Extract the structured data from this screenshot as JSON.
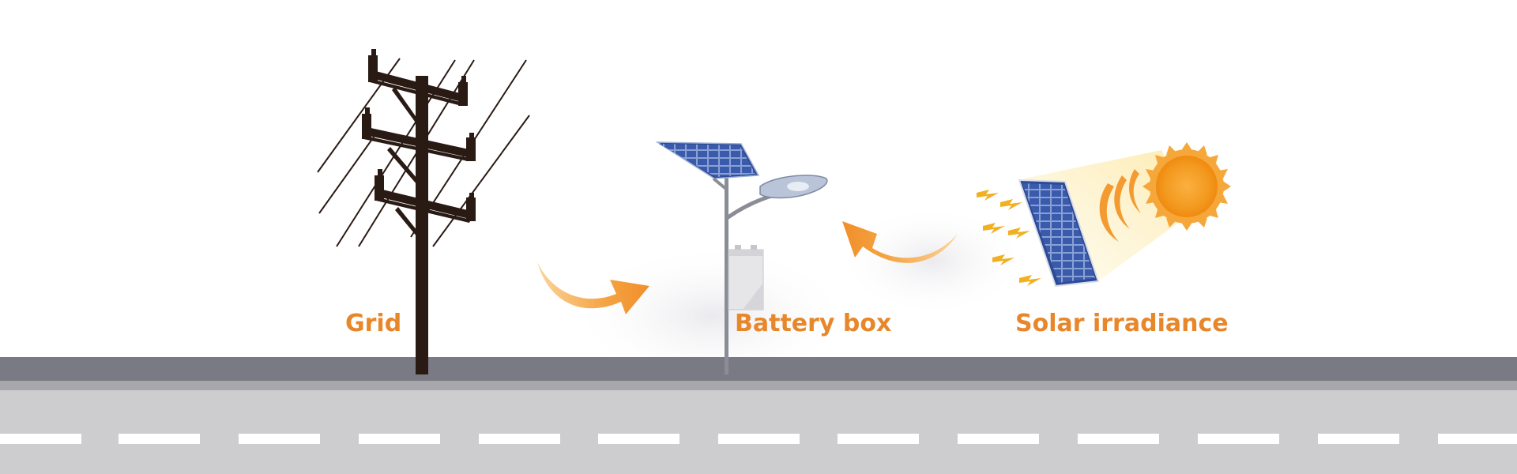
{
  "labels": {
    "grid": "Grid",
    "battery_box": "Battery box",
    "solar_irradiance": "Solar irradiance"
  },
  "colors": {
    "label": "#e8862a",
    "arrow": "#f0a040",
    "pole": "#2a1a14",
    "road_top": "#7a7a84",
    "road_edge": "#a8a8ac",
    "road": "#cdcdcf",
    "lane_marking": "#ffffff",
    "panel": "#3a5aa8",
    "sun": "#f5a030",
    "bolt": "#f0b020"
  },
  "icons": {
    "grid": "power-pole-icon",
    "streetlight": "solar-streetlight-icon",
    "battery": "battery-icon",
    "solar_panel": "solar-panel-icon",
    "sun": "sun-icon",
    "lightning": "lightning-bolt-icon",
    "arrow": "curved-arrow-icon"
  }
}
